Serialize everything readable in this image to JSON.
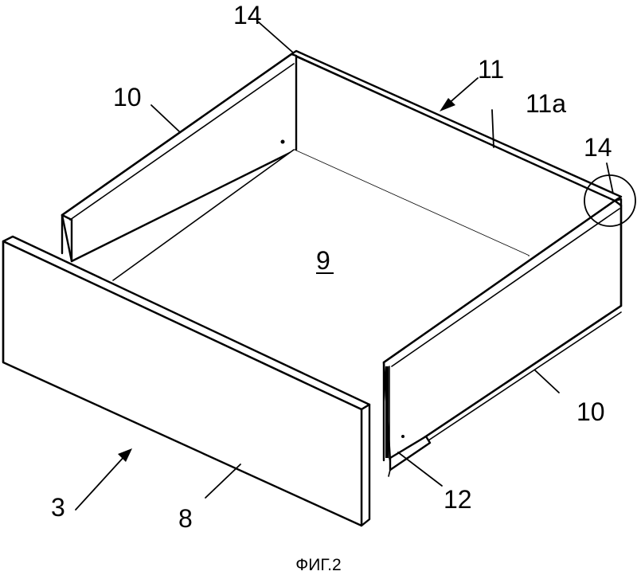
{
  "figure": {
    "caption": "ФИГ.2",
    "labels": {
      "ref_14_top": "14",
      "ref_11": "11",
      "ref_10_left": "10",
      "ref_11a": "11a",
      "ref_14_right": "14",
      "ref_9": "9",
      "ref_10_right": "10",
      "ref_3": "3",
      "ref_8": "8",
      "ref_12": "12"
    }
  }
}
